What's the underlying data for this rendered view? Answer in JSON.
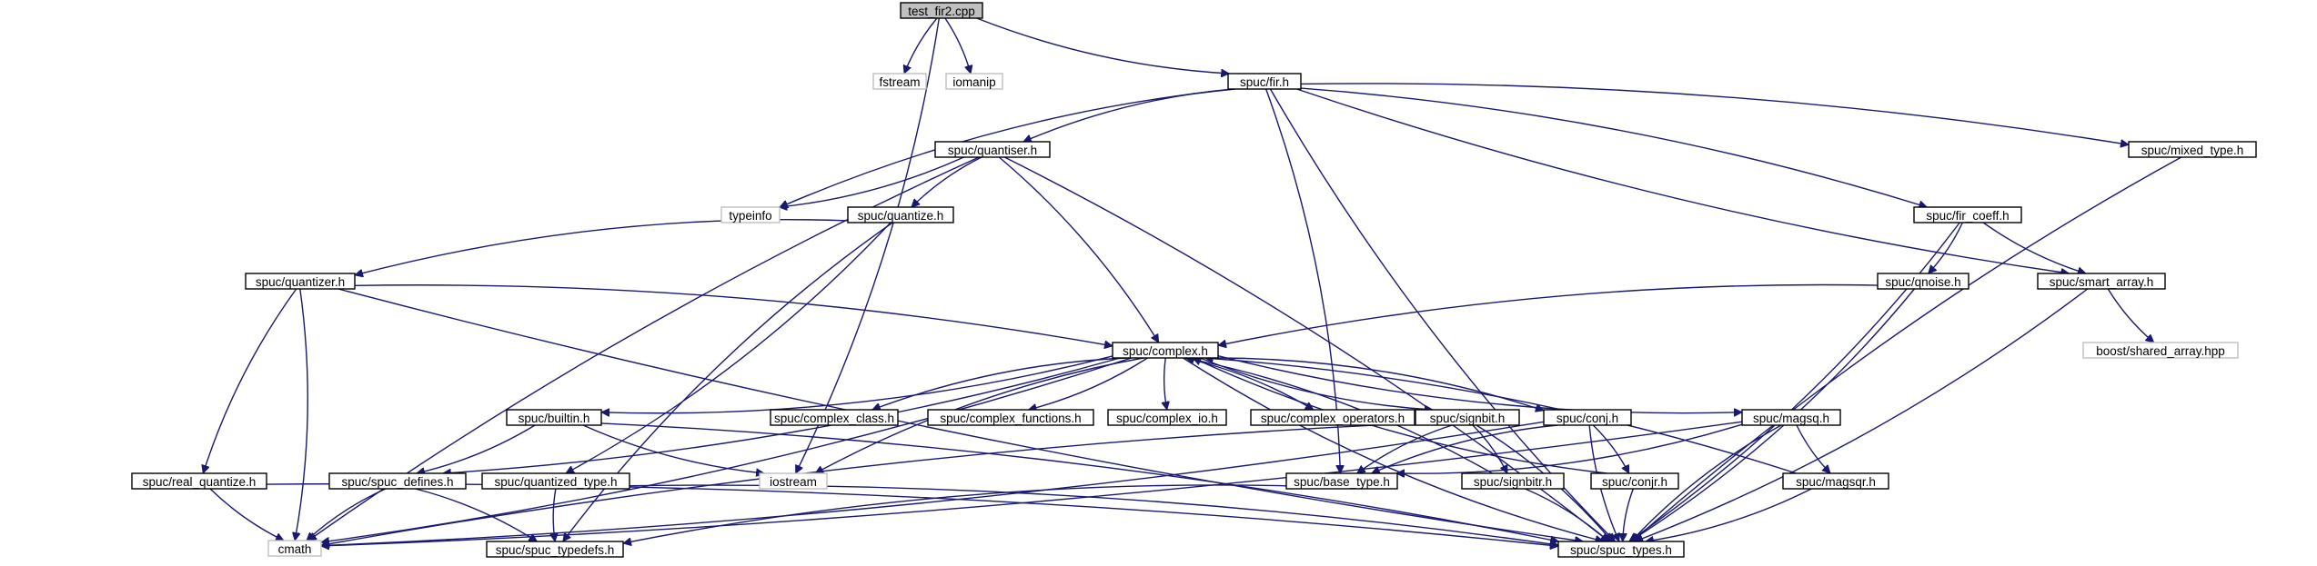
{
  "graph": {
    "edge_color": "#191970",
    "root_fill": "#bfbfbf",
    "external_border": "#bfbfbf",
    "nodes": [
      {
        "id": "test_fir2",
        "label": "test_fir2.cpp",
        "kind": "root"
      },
      {
        "id": "fstream",
        "label": "fstream",
        "kind": "external"
      },
      {
        "id": "iomanip",
        "label": "iomanip",
        "kind": "external"
      },
      {
        "id": "fir",
        "label": "spuc/fir.h",
        "kind": "header"
      },
      {
        "id": "iostream",
        "label": "iostream",
        "kind": "external"
      },
      {
        "id": "quantiser",
        "label": "spuc/quantiser.h",
        "kind": "header"
      },
      {
        "id": "mixed_type",
        "label": "spuc/mixed_type.h",
        "kind": "header"
      },
      {
        "id": "typeinfo",
        "label": "typeinfo",
        "kind": "external"
      },
      {
        "id": "quantize",
        "label": "spuc/quantize.h",
        "kind": "header"
      },
      {
        "id": "fir_coeff",
        "label": "spuc/fir_coeff.h",
        "kind": "header"
      },
      {
        "id": "quantizer",
        "label": "spuc/quantizer.h",
        "kind": "header"
      },
      {
        "id": "qnoise",
        "label": "spuc/qnoise.h",
        "kind": "header"
      },
      {
        "id": "smart_array",
        "label": "spuc/smart_array.h",
        "kind": "header"
      },
      {
        "id": "shared_array",
        "label": "boost/shared_array.hpp",
        "kind": "external"
      },
      {
        "id": "complex",
        "label": "spuc/complex.h",
        "kind": "header"
      },
      {
        "id": "builtin",
        "label": "spuc/builtin.h",
        "kind": "header"
      },
      {
        "id": "complex_class",
        "label": "spuc/complex_class.h",
        "kind": "header"
      },
      {
        "id": "complex_functions",
        "label": "spuc/complex_functions.h",
        "kind": "header"
      },
      {
        "id": "complex_io",
        "label": "spuc/complex_io.h",
        "kind": "header"
      },
      {
        "id": "complex_operators",
        "label": "spuc/complex_operators.h",
        "kind": "header"
      },
      {
        "id": "signbit",
        "label": "spuc/signbit.h",
        "kind": "header"
      },
      {
        "id": "conj",
        "label": "spuc/conj.h",
        "kind": "header"
      },
      {
        "id": "magsq",
        "label": "spuc/magsq.h",
        "kind": "header"
      },
      {
        "id": "real_quantize",
        "label": "spuc/real_quantize.h",
        "kind": "header"
      },
      {
        "id": "spuc_defines",
        "label": "spuc/spuc_defines.h",
        "kind": "header"
      },
      {
        "id": "quantized_type",
        "label": "spuc/quantized_type.h",
        "kind": "header"
      },
      {
        "id": "base_type",
        "label": "spuc/base_type.h",
        "kind": "header"
      },
      {
        "id": "signbitr",
        "label": "spuc/signbitr.h",
        "kind": "header"
      },
      {
        "id": "conjr",
        "label": "spuc/conjr.h",
        "kind": "header"
      },
      {
        "id": "magsqr",
        "label": "spuc/magsqr.h",
        "kind": "header"
      },
      {
        "id": "cmath",
        "label": "cmath",
        "kind": "external"
      },
      {
        "id": "spuc_typedefs",
        "label": "spuc/spuc_typedefs.h",
        "kind": "header"
      },
      {
        "id": "spuc_types",
        "label": "spuc/spuc_types.h",
        "kind": "header"
      }
    ],
    "edges": [
      [
        "test_fir2",
        "fstream"
      ],
      [
        "test_fir2",
        "iomanip"
      ],
      [
        "test_fir2",
        "fir"
      ],
      [
        "test_fir2",
        "iostream"
      ],
      [
        "fir",
        "quantiser"
      ],
      [
        "fir",
        "mixed_type"
      ],
      [
        "fir",
        "typeinfo"
      ],
      [
        "fir",
        "fir_coeff"
      ],
      [
        "fir",
        "smart_array"
      ],
      [
        "fir",
        "base_type"
      ],
      [
        "fir",
        "spuc_types"
      ],
      [
        "quantiser",
        "typeinfo"
      ],
      [
        "quantiser",
        "quantize"
      ],
      [
        "quantiser",
        "complex"
      ],
      [
        "quantiser",
        "cmath"
      ],
      [
        "quantiser",
        "spuc_types"
      ],
      [
        "quantize",
        "quantizer"
      ],
      [
        "quantize",
        "quantized_type"
      ],
      [
        "quantize",
        "spuc_typedefs"
      ],
      [
        "quantizer",
        "complex"
      ],
      [
        "quantizer",
        "real_quantize"
      ],
      [
        "quantizer",
        "cmath"
      ],
      [
        "quantizer",
        "spuc_types"
      ],
      [
        "fir_coeff",
        "qnoise"
      ],
      [
        "fir_coeff",
        "smart_array"
      ],
      [
        "fir_coeff",
        "spuc_types"
      ],
      [
        "qnoise",
        "complex"
      ],
      [
        "qnoise",
        "spuc_types"
      ],
      [
        "smart_array",
        "shared_array"
      ],
      [
        "smart_array",
        "spuc_types"
      ],
      [
        "mixed_type",
        "spuc_types"
      ],
      [
        "complex",
        "builtin"
      ],
      [
        "complex",
        "complex_class"
      ],
      [
        "complex",
        "complex_functions"
      ],
      [
        "complex",
        "complex_io"
      ],
      [
        "complex",
        "complex_operators"
      ],
      [
        "complex",
        "signbit"
      ],
      [
        "complex",
        "conj"
      ],
      [
        "complex",
        "magsq"
      ],
      [
        "complex",
        "spuc_defines"
      ],
      [
        "complex",
        "iostream"
      ],
      [
        "complex",
        "cmath"
      ],
      [
        "complex",
        "spuc_types"
      ],
      [
        "builtin",
        "spuc_defines"
      ],
      [
        "builtin",
        "iostream"
      ],
      [
        "builtin",
        "spuc_types"
      ],
      [
        "signbit",
        "base_type"
      ],
      [
        "signbit",
        "signbitr"
      ],
      [
        "signbit",
        "cmath"
      ],
      [
        "signbit",
        "spuc_types"
      ],
      [
        "conj",
        "base_type"
      ],
      [
        "conj",
        "conjr"
      ],
      [
        "conj",
        "spuc_types"
      ],
      [
        "conj",
        "cmath"
      ],
      [
        "magsq",
        "magsqr"
      ],
      [
        "magsq",
        "base_type"
      ],
      [
        "magsq",
        "spuc_types"
      ],
      [
        "magsq",
        "cmath"
      ],
      [
        "signbitr",
        "complex"
      ],
      [
        "conjr",
        "complex"
      ],
      [
        "magsqr",
        "complex"
      ],
      [
        "signbitr",
        "spuc_types"
      ],
      [
        "conjr",
        "spuc_types"
      ],
      [
        "magsqr",
        "spuc_types"
      ],
      [
        "real_quantize",
        "cmath"
      ],
      [
        "real_quantize",
        "spuc_types"
      ],
      [
        "spuc_defines",
        "cmath"
      ],
      [
        "spuc_defines",
        "spuc_typedefs"
      ],
      [
        "quantized_type",
        "spuc_typedefs"
      ],
      [
        "quantized_type",
        "spuc_types"
      ],
      [
        "base_type",
        "spuc_typedefs"
      ]
    ]
  }
}
